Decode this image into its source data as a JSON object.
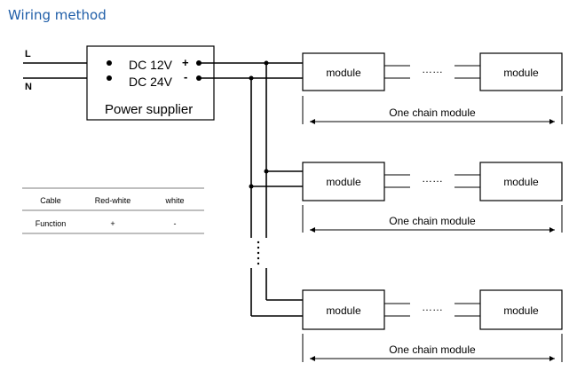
{
  "title": "Wiring method",
  "input": {
    "line_label": "L",
    "neutral_label": "N"
  },
  "power_supply": {
    "name": "Power supplier",
    "outputs": [
      "DC 12V",
      "DC 24V"
    ],
    "pos_sign": "+",
    "neg_sign": "-"
  },
  "chains": [
    {
      "module_left": "module",
      "dots": "……",
      "module_right": "module",
      "span_label": "One chain module"
    },
    {
      "module_left": "module",
      "dots": "……",
      "module_right": "module",
      "span_label": "One chain module"
    },
    {
      "module_left": "module",
      "dots": "……",
      "module_right": "module",
      "span_label": "One chain module"
    }
  ],
  "table": {
    "headers": [
      "Cable",
      "Red-white",
      "white"
    ],
    "row": [
      "Function",
      "+",
      "-"
    ]
  }
}
